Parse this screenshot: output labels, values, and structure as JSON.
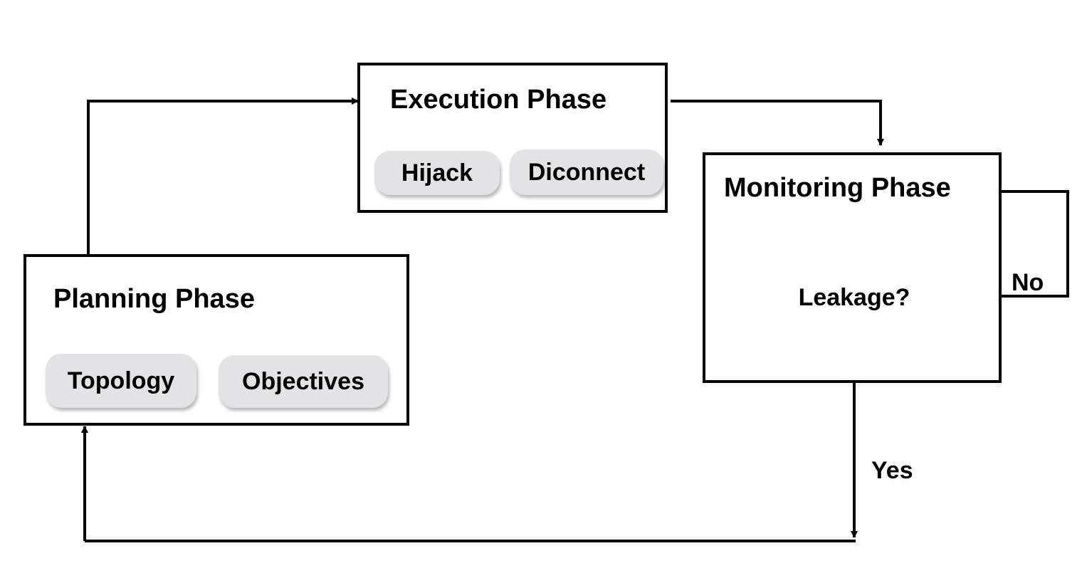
{
  "diagram": {
    "nodes": {
      "execution": {
        "title": "Execution Phase",
        "items": [
          "Hijack",
          "Diconnect"
        ]
      },
      "monitoring": {
        "title": "Monitoring Phase",
        "decision": "Leakage?"
      },
      "planning": {
        "title": "Planning Phase",
        "items": [
          "Topology",
          "Objectives"
        ]
      }
    },
    "edges": [
      {
        "from": "planning",
        "to": "execution",
        "label": ""
      },
      {
        "from": "execution",
        "to": "monitoring",
        "label": ""
      },
      {
        "from": "decision",
        "to": "monitoring",
        "label": "No"
      },
      {
        "from": "decision",
        "to": "planning",
        "label": "Yes"
      }
    ],
    "colors": {
      "stroke": "#000000",
      "pill_fill": "#e3e3e5",
      "decision_fill": "#e0e0e0"
    }
  }
}
